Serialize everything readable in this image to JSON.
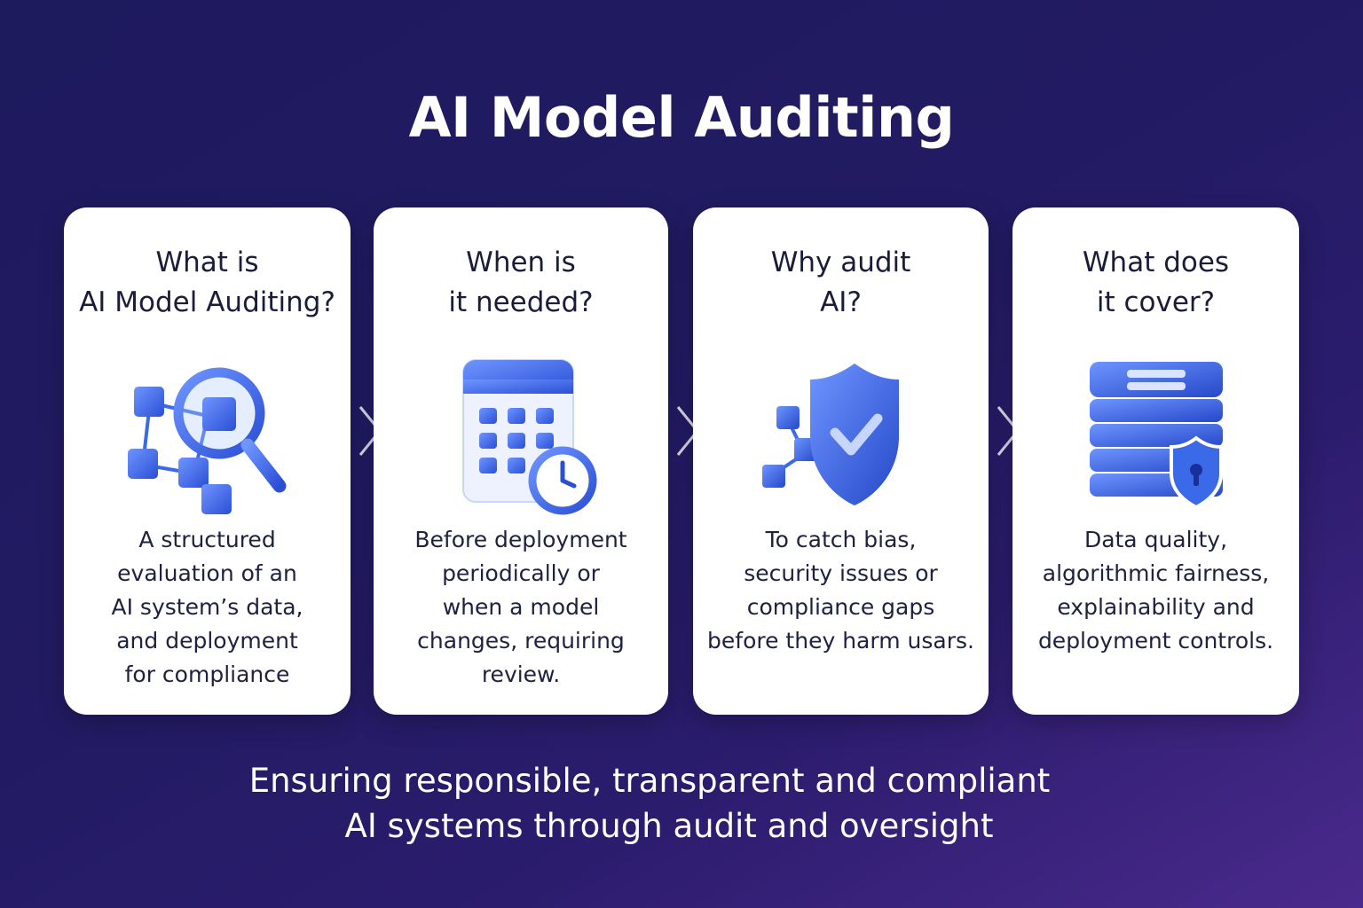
{
  "title": "AI Model Auditing",
  "colors": {
    "accent": "#3b6ae8",
    "accent_dark": "#2548c9",
    "card_bg": "#ffffff",
    "background": "#221b63"
  },
  "cards": [
    {
      "heading": "What is\nAI Model Auditing?",
      "icon": "magnifier-network-icon",
      "description": "A structured\nevaluation of an\nAI system’s data,\nand deployment\nfor compliance"
    },
    {
      "heading": "When is\nit needed?",
      "icon": "calendar-clock-icon",
      "description": "Before deployment\nperiodically or\nwhen a model\nchanges, requiring\nreview."
    },
    {
      "heading": "Why audit\nAI?",
      "icon": "shield-check-icon",
      "description": "To catch bias,\nsecurity issues or\ncompliance gaps\nbefore they harm usars."
    },
    {
      "heading": "What does\nit cover?",
      "icon": "database-lock-icon",
      "description": "Data quality,\nalgorithmic fairness,\nexplainability and\ndeployment controls."
    }
  ],
  "footer": {
    "line1": "Ensuring responsible, transparent and compliant",
    "line2": "AI systems through audit and oversight"
  }
}
